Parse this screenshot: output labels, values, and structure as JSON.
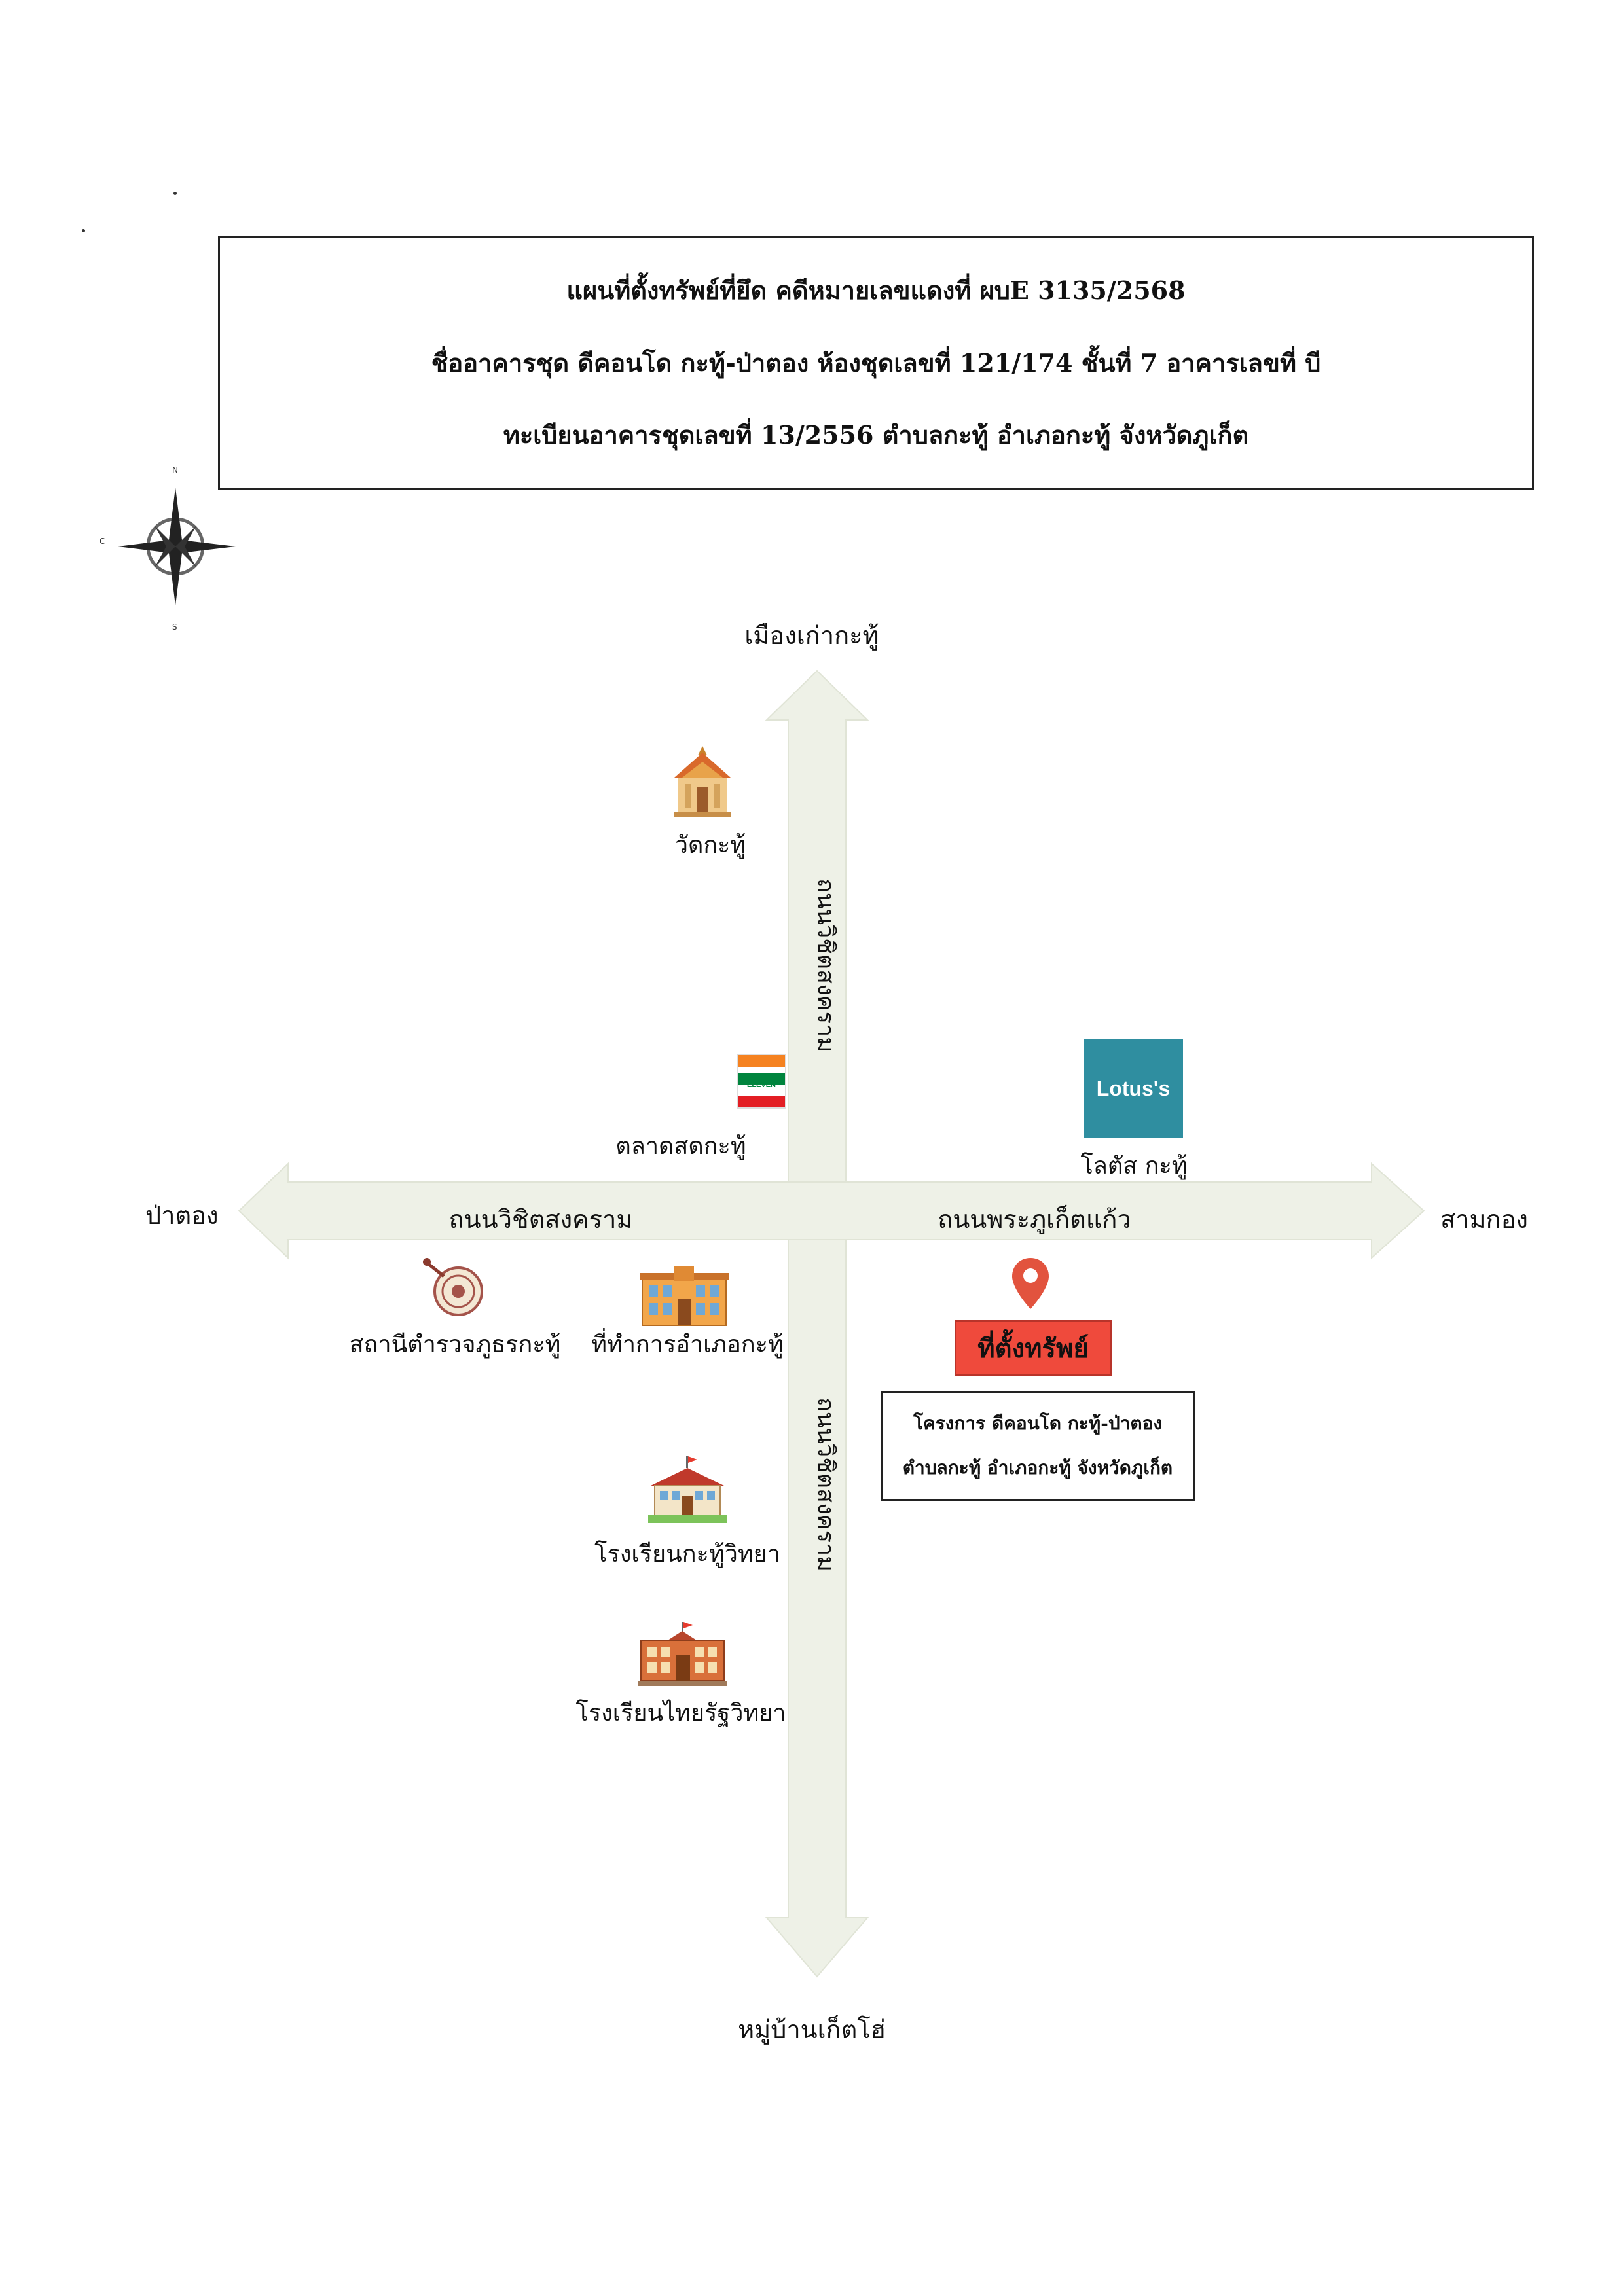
{
  "header": {
    "line1": "แผนที่ตั้งทรัพย์ที่ยึด คดีหมายเลขแดงที่ ผบE 3135/2568",
    "line2": "ชื่ออาคารชุด ดีคอนโด กะทู้-ป่าตอง ห้องชุดเลขที่ 121/174 ชั้นที่ 7 อาคารเลขที่ บี",
    "line3": "ทะเบียนอาคารชุดเลขที่ 13/2556 ตำบลกะทู้ อำเภอกะทู้ จังหวัดภูเก็ต"
  },
  "compass": {
    "n": "N",
    "w": "C",
    "s": "S"
  },
  "directions": {
    "north": "เมืองเก่ากะทู้",
    "south": "หมู่บ้านเก็ตโฮ่",
    "west": "ป่าตอง",
    "east": "สามกอง"
  },
  "roads": {
    "vertical_upper": "ถนนวิชิตสงคราม",
    "vertical_lower": "ถนนวิชิตสงคราม",
    "horizontal_left": "ถนนวิชิตสงคราม",
    "horizontal_right": "ถนนพระภูเก็ตแก้ว"
  },
  "landmarks": {
    "temple": "วัดกะทู้",
    "market": "ตลาดสดกะทู้",
    "lotus_label": "โลตัส กะทู้",
    "lotus_logo_text": "Lotus's",
    "seven_eleven_logo_text": "ELEVEN",
    "police": "สถานีตำรวจภูธรกะทู้",
    "district_office": "ที่ทำการอำเภอกะทู้",
    "school1": "โรงเรียนกะทู้วิทยา",
    "school2": "โรงเรียนไทยรัฐวิทยา"
  },
  "target": {
    "badge": "ที่ตั้งทรัพย์",
    "project_line1": "โครงการ ดีคอนโด กะทู้-ป่าตอง",
    "project_line2": "ตำบลกะทู้ อำเภอกะทู้ จังหวัดภูเก็ต"
  },
  "colors": {
    "arrow_fill": "#eef1e7",
    "target_badge": "#ef4a3c",
    "pin": "#e2533e",
    "lotus": "#2f8ea0"
  }
}
